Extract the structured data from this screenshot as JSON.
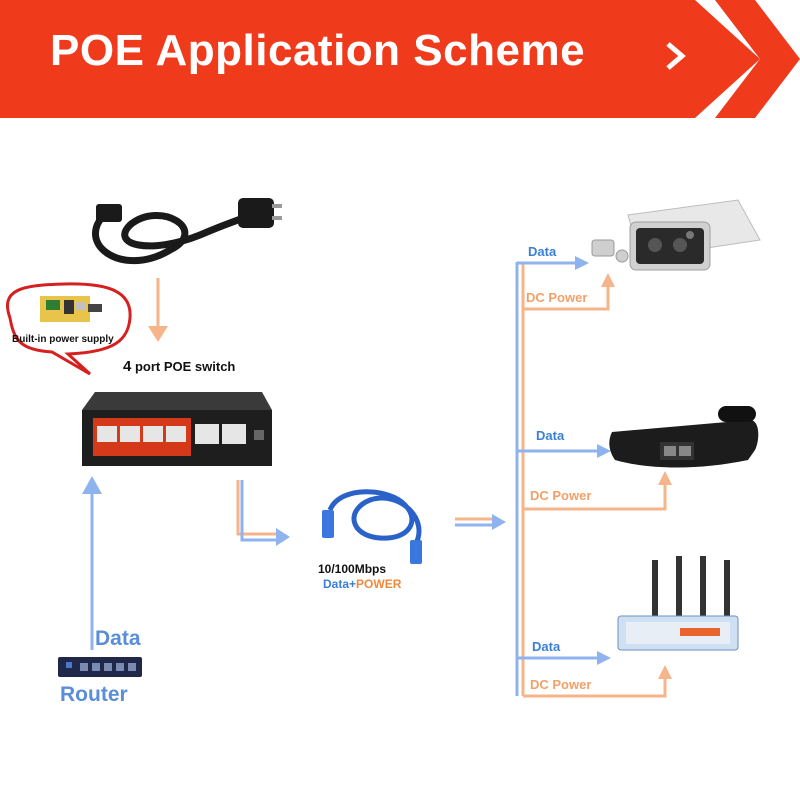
{
  "banner": {
    "title": "POE Application Scheme",
    "color": "#f03a1c"
  },
  "switch": {
    "label_prefix": "4",
    "label": "port POE switch",
    "built_in_label": "Built-in power supply"
  },
  "router": {
    "data_label": "Data",
    "label": "Router"
  },
  "cable": {
    "speed": "10/100Mbps",
    "data": "Data",
    "plus": "+",
    "power": "POWER"
  },
  "devices": {
    "camera": {
      "data": "Data",
      "dc_power": "DC Power"
    },
    "phone": {
      "data": "Data",
      "dc_power": "DC Power"
    },
    "access_point": {
      "data": "Data",
      "dc_power": "DC Power"
    }
  },
  "colors": {
    "data_line": "#8fb3ef",
    "power_line": "#f6b48a",
    "data_text": "#3a7fd8",
    "power_text": "#f08a3a"
  }
}
